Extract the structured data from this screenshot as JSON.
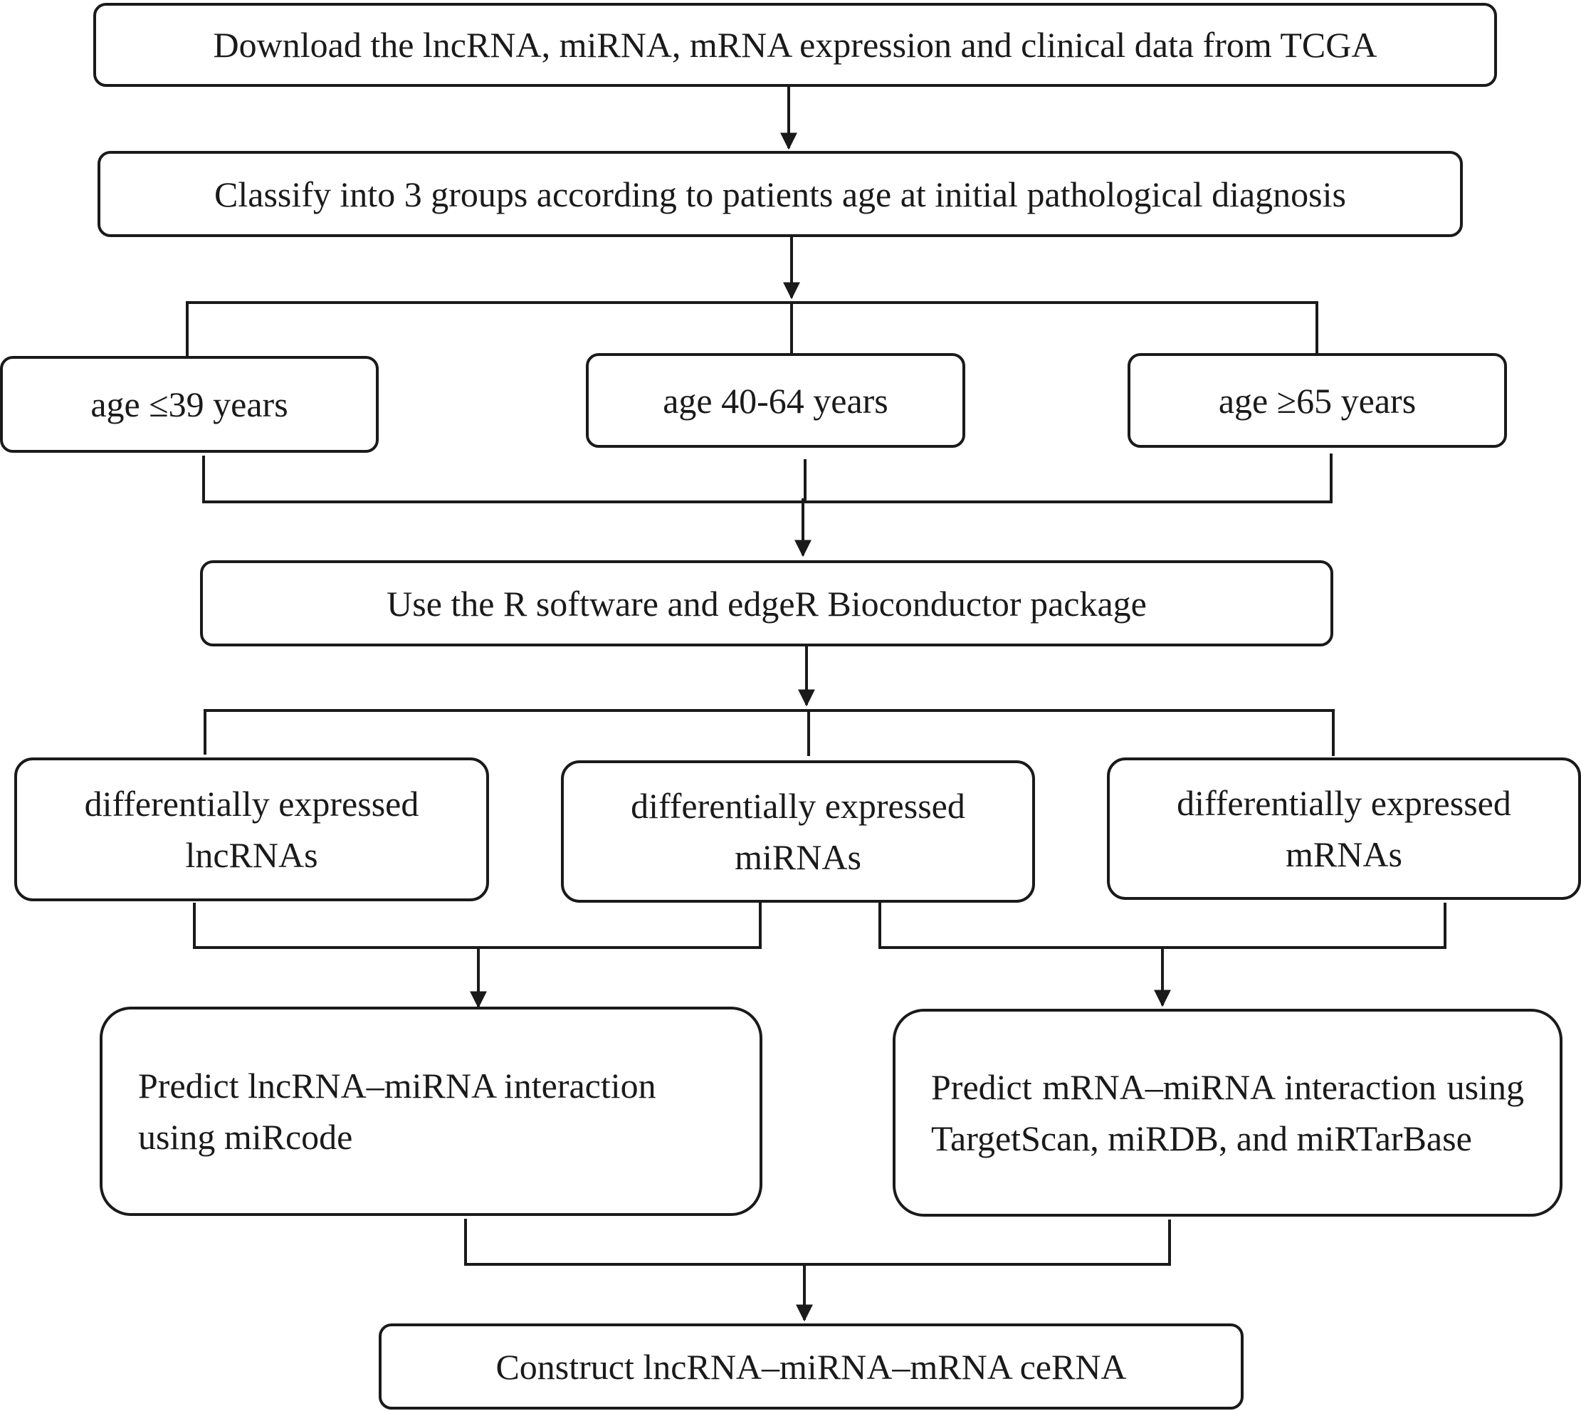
{
  "steps": {
    "download": "Download the lncRNA, miRNA, mRNA expression and clinical data from TCGA",
    "classify": "Classify into 3 groups according to patients age at initial pathological diagnosis",
    "age_groups": [
      "age ≤39 years",
      "age 40-64 years",
      "age ≥65 years"
    ],
    "software": "Use the R software and edgeR Bioconductor package",
    "de_groups": [
      {
        "line1": "differentially expressed",
        "line2": "lncRNAs"
      },
      {
        "line1": "differentially expressed",
        "line2": "miRNAs"
      },
      {
        "line1": "differentially expressed",
        "line2": "mRNAs"
      }
    ],
    "predict_lnc": {
      "line1": "Predict lncRNA–miRNA interaction",
      "line2": "using miRcode"
    },
    "predict_mrna": "Predict mRNA–miRNA interaction using TargetScan, miRDB, and miRTarBase",
    "construct": "Construct lncRNA–miRNA–mRNA ceRNA"
  },
  "colors": {
    "stroke": "#1a1a1a",
    "fill": "#ffffff",
    "text": "#1a1a1a"
  }
}
